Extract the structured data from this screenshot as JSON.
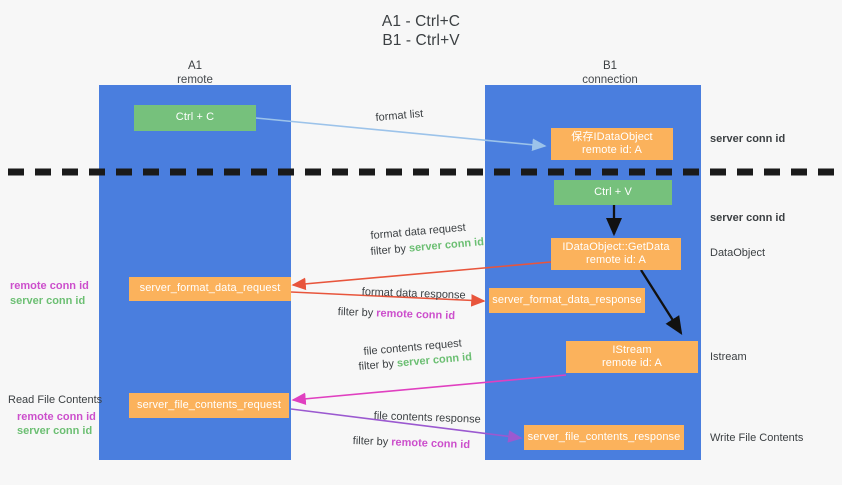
{
  "title": {
    "line1": "A1 - Ctrl+C",
    "line2": "B1 - Ctrl+V"
  },
  "colors": {
    "background": "#f7f7f7",
    "lane": "#4a7ede",
    "green_node": "#76c17c",
    "orange_node": "#fbb25c",
    "green_text": "#6cbf73",
    "pink_text": "#cc4fcc",
    "arrow_blue": "#9cc3ea",
    "arrow_red": "#e8553c",
    "arrow_pink": "#e040c0",
    "arrow_purple": "#9b59d0",
    "arrow_black": "#111111",
    "divider": "#1a1a1a"
  },
  "lanes": [
    {
      "id": "a1",
      "title": "A1",
      "subtitle": "remote"
    },
    {
      "id": "b1",
      "title": "B1",
      "subtitle": "connection"
    }
  ],
  "nodes": [
    {
      "id": "ctrl-c",
      "line1": "Ctrl + C",
      "line2": "",
      "color": "green"
    },
    {
      "id": "save-idataobject",
      "line1": "保存IDataObject",
      "line2": "remote id: A",
      "color": "orange"
    },
    {
      "id": "ctrl-v",
      "line1": "Ctrl + V",
      "line2": "",
      "color": "green"
    },
    {
      "id": "idataobject-getdata",
      "line1": "IDataObject::GetData",
      "line2": "remote id: A",
      "color": "orange"
    },
    {
      "id": "server-format-data-request",
      "line1": "server_format_data_request",
      "line2": "",
      "color": "orange"
    },
    {
      "id": "server-format-data-response",
      "line1": "server_format_data_response",
      "line2": "",
      "color": "orange"
    },
    {
      "id": "istream",
      "line1": "IStream",
      "line2": "remote id: A",
      "color": "orange"
    },
    {
      "id": "server-file-contents-request",
      "line1": "server_file_contents_request",
      "line2": "",
      "color": "orange"
    },
    {
      "id": "server-file-contents-response",
      "line1": "server_file_contents_response",
      "line2": "",
      "color": "orange"
    }
  ],
  "edge_labels": {
    "format_list": "format list",
    "format_data_request": "format data request",
    "format_data_response": "format data response",
    "file_contents_request": "file contents request",
    "file_contents_response": "file contents response",
    "filter_by": "filter by ",
    "server_conn_id": "server conn id",
    "remote_conn_id": "remote conn id"
  },
  "side_notes": {
    "server_conn_id_top": "server conn id",
    "server_conn_id_mid": "server conn id",
    "dataobject": "DataObject",
    "istream": "Istream",
    "write_file_contents": "Write File Contents",
    "read_file_contents": "Read File Contents",
    "remote_conn_id": "remote conn id",
    "server_conn_id": "server conn id"
  }
}
